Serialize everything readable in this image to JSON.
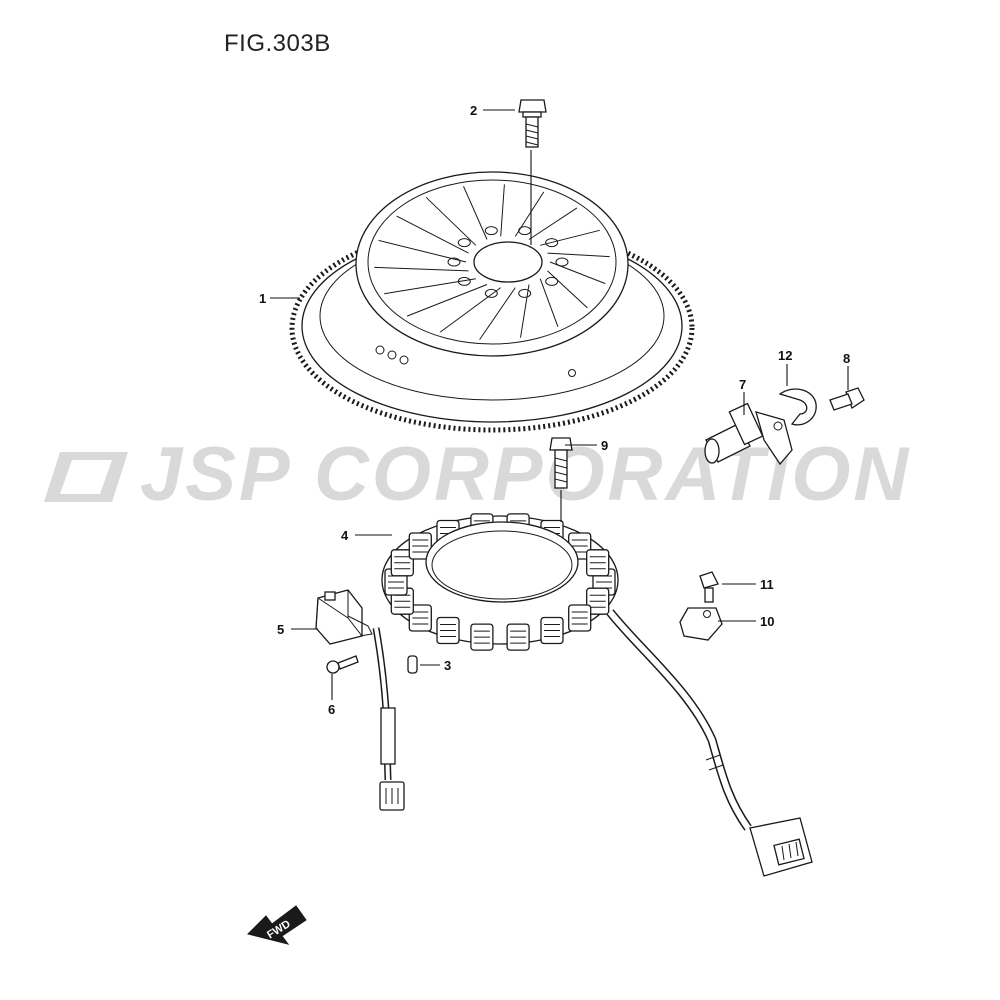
{
  "figure": {
    "title": "FIG.303B"
  },
  "watermark": {
    "text": "JSP CORPORATION",
    "color": "#d9d9d9"
  },
  "callouts": [
    {
      "id": "1",
      "label": "1"
    },
    {
      "id": "2",
      "label": "2"
    },
    {
      "id": "3",
      "label": "3"
    },
    {
      "id": "4",
      "label": "4"
    },
    {
      "id": "5",
      "label": "5"
    },
    {
      "id": "6",
      "label": "6"
    },
    {
      "id": "7",
      "label": "7"
    },
    {
      "id": "8",
      "label": "8"
    },
    {
      "id": "9",
      "label": "9"
    },
    {
      "id": "10",
      "label": "10"
    },
    {
      "id": "11",
      "label": "11"
    },
    {
      "id": "12",
      "label": "12"
    }
  ],
  "direction_badge": {
    "text": "FWD"
  }
}
